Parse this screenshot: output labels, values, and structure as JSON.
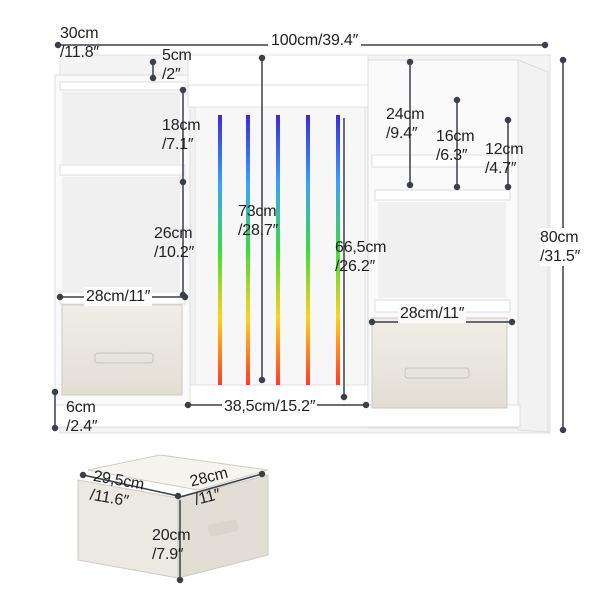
{
  "labels": {
    "depth_cm": "30cm",
    "depth_in": "/11.8″",
    "width": "100cm/39.4″",
    "top_gap_cm": "5cm",
    "top_gap_in": "/2″",
    "left_upper_cm": "18cm",
    "left_upper_in": "/7.1″",
    "left_lower_cm": "26cm",
    "left_lower_in": "/10.2″",
    "left_shelf_width": "28cm/11″",
    "hanging_height_cm": "73cm",
    "hanging_height_in": "/28.7″",
    "rail_height_cm": "66,5cm",
    "rail_height_in": "/26.2″",
    "center_width": "38,5cm/15.2″",
    "right_top_cm": "24cm",
    "right_top_in": "/9.4″",
    "right_mid_cm": "16cm",
    "right_mid_in": "/6.3″",
    "right_small_cm": "12cm",
    "right_small_in": "/4.7″",
    "right_shelf_width": "28cm/11″",
    "total_height_cm": "80cm",
    "total_height_in": "/31.5″",
    "base_cm": "6cm",
    "base_in": "/2.4″",
    "bin_width_cm": "29,5cm",
    "bin_width_in": "/11.6″",
    "bin_depth_cm": "28cm",
    "bin_depth_in": "/11″",
    "bin_height_cm": "20cm",
    "bin_height_in": "/7.9″"
  },
  "colors": {
    "rail_colors": [
      "#2b2bd9",
      "#3a9cff",
      "#26d43a",
      "#ffcc1a",
      "#7a2bd6"
    ],
    "furniture": "#ffffff",
    "bin_fabric": "#ece9e1",
    "dimension_line": "#3a3f4a"
  }
}
